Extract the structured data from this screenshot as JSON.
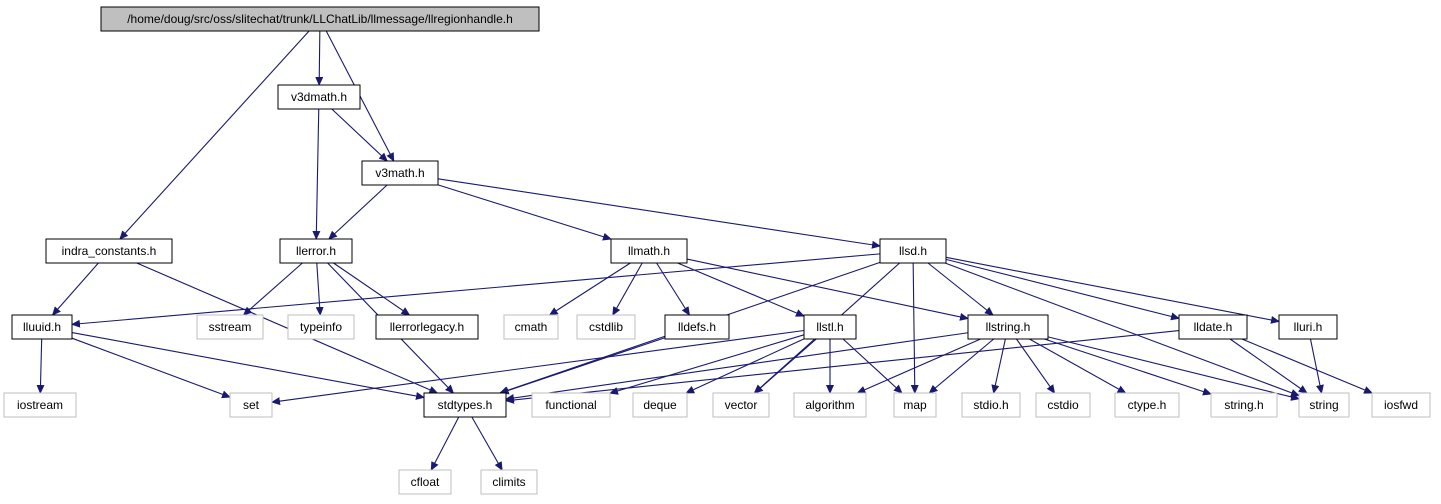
{
  "colors": {
    "edge": "#191970",
    "root_fill": "#bfbfbf",
    "documented_border": "#000000",
    "external_border": "#bfbfbf",
    "external_text": "#555555",
    "background": "#ffffff"
  },
  "nodes": [
    {
      "id": "root",
      "label": "/home/doug/src/oss/slitechat/trunk/LLChatLib/llmessage/llregionhandle.h",
      "kind": "root"
    },
    {
      "id": "v3dmath",
      "label": "v3dmath.h",
      "kind": "doc"
    },
    {
      "id": "v3math",
      "label": "v3math.h",
      "kind": "doc"
    },
    {
      "id": "indra_constants",
      "label": "indra_constants.h",
      "kind": "doc"
    },
    {
      "id": "llerror",
      "label": "llerror.h",
      "kind": "doc"
    },
    {
      "id": "llmath",
      "label": "llmath.h",
      "kind": "doc"
    },
    {
      "id": "llsd",
      "label": "llsd.h",
      "kind": "doc"
    },
    {
      "id": "lluuid",
      "label": "lluuid.h",
      "kind": "doc"
    },
    {
      "id": "sstream",
      "label": "sstream",
      "kind": "ext"
    },
    {
      "id": "typeinfo",
      "label": "typeinfo",
      "kind": "ext"
    },
    {
      "id": "llerrorlegacy",
      "label": "llerrorlegacy.h",
      "kind": "doc"
    },
    {
      "id": "cmath",
      "label": "cmath",
      "kind": "ext"
    },
    {
      "id": "cstdlib",
      "label": "cstdlib",
      "kind": "ext"
    },
    {
      "id": "lldefs",
      "label": "lldefs.h",
      "kind": "doc"
    },
    {
      "id": "llstl",
      "label": "llstl.h",
      "kind": "doc"
    },
    {
      "id": "llstring",
      "label": "llstring.h",
      "kind": "doc"
    },
    {
      "id": "lldate",
      "label": "lldate.h",
      "kind": "doc"
    },
    {
      "id": "lluri",
      "label": "lluri.h",
      "kind": "doc"
    },
    {
      "id": "iostream",
      "label": "iostream",
      "kind": "ext"
    },
    {
      "id": "set",
      "label": "set",
      "kind": "ext"
    },
    {
      "id": "stdtypes",
      "label": "stdtypes.h",
      "kind": "doc"
    },
    {
      "id": "functional",
      "label": "functional",
      "kind": "ext"
    },
    {
      "id": "deque",
      "label": "deque",
      "kind": "ext"
    },
    {
      "id": "vector",
      "label": "vector",
      "kind": "ext"
    },
    {
      "id": "algorithm",
      "label": "algorithm",
      "kind": "ext"
    },
    {
      "id": "map",
      "label": "map",
      "kind": "ext"
    },
    {
      "id": "stdio",
      "label": "stdio.h",
      "kind": "ext"
    },
    {
      "id": "cstdio",
      "label": "cstdio",
      "kind": "ext"
    },
    {
      "id": "ctype",
      "label": "ctype.h",
      "kind": "ext"
    },
    {
      "id": "stringh",
      "label": "string.h",
      "kind": "ext"
    },
    {
      "id": "string",
      "label": "string",
      "kind": "ext"
    },
    {
      "id": "iosfwd",
      "label": "iosfwd",
      "kind": "ext"
    },
    {
      "id": "cfloat",
      "label": "cfloat",
      "kind": "ext"
    },
    {
      "id": "climits",
      "label": "climits",
      "kind": "ext"
    }
  ],
  "edges": [
    [
      "root",
      "v3dmath"
    ],
    [
      "root",
      "v3math"
    ],
    [
      "root",
      "indra_constants"
    ],
    [
      "v3dmath",
      "v3math"
    ],
    [
      "v3dmath",
      "llerror"
    ],
    [
      "v3math",
      "llerror"
    ],
    [
      "v3math",
      "llmath"
    ],
    [
      "v3math",
      "llsd"
    ],
    [
      "indra_constants",
      "lluuid"
    ],
    [
      "indra_constants",
      "stdtypes"
    ],
    [
      "llerror",
      "sstream"
    ],
    [
      "llerror",
      "typeinfo"
    ],
    [
      "llerror",
      "llerrorlegacy"
    ],
    [
      "llerror",
      "stdtypes"
    ],
    [
      "llmath",
      "cmath"
    ],
    [
      "llmath",
      "cstdlib"
    ],
    [
      "llmath",
      "lldefs"
    ],
    [
      "llmath",
      "llstl"
    ],
    [
      "llmath",
      "llstring"
    ],
    [
      "llsd",
      "lluuid"
    ],
    [
      "llsd",
      "stdtypes"
    ],
    [
      "llsd",
      "vector"
    ],
    [
      "llsd",
      "map"
    ],
    [
      "llsd",
      "llstring"
    ],
    [
      "llsd",
      "lldate"
    ],
    [
      "llsd",
      "lluri"
    ],
    [
      "llsd",
      "string"
    ],
    [
      "lluuid",
      "iostream"
    ],
    [
      "lluuid",
      "set"
    ],
    [
      "lluuid",
      "stdtypes"
    ],
    [
      "lldefs",
      "stdtypes"
    ],
    [
      "llstl",
      "set"
    ],
    [
      "llstl",
      "functional"
    ],
    [
      "llstl",
      "deque"
    ],
    [
      "llstl",
      "vector"
    ],
    [
      "llstl",
      "algorithm"
    ],
    [
      "llstl",
      "map"
    ],
    [
      "llstring",
      "stdtypes"
    ],
    [
      "llstring",
      "algorithm"
    ],
    [
      "llstring",
      "map"
    ],
    [
      "llstring",
      "stdio"
    ],
    [
      "llstring",
      "cstdio"
    ],
    [
      "llstring",
      "ctype"
    ],
    [
      "llstring",
      "stringh"
    ],
    [
      "llstring",
      "string"
    ],
    [
      "lldate",
      "stdtypes"
    ],
    [
      "lldate",
      "string"
    ],
    [
      "lldate",
      "iosfwd"
    ],
    [
      "lluri",
      "string"
    ],
    [
      "stdtypes",
      "cfloat"
    ],
    [
      "stdtypes",
      "climits"
    ]
  ]
}
